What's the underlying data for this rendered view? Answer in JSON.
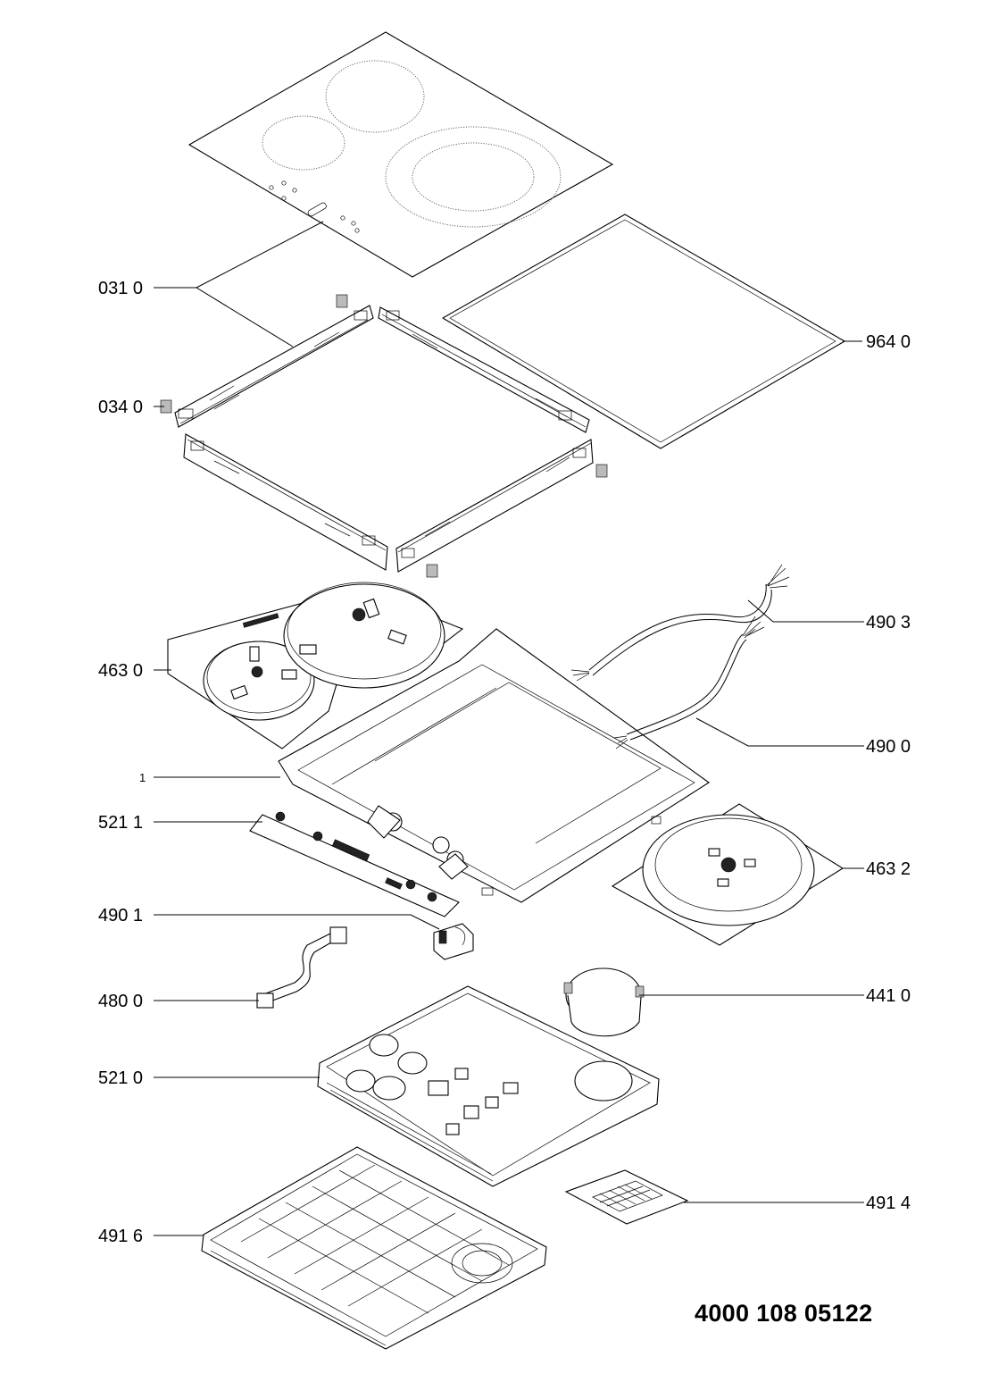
{
  "callouts": {
    "p0310": "031 0",
    "p0340": "034 0",
    "p9640": "964 0",
    "p4903": "490 3",
    "p4630": "463 0",
    "p4900": "490 0",
    "p1": "1",
    "p5211": "521 1",
    "p4632": "463 2",
    "p4901": "490 1",
    "p4800": "480 0",
    "p4410": "441 0",
    "p5210": "521 0",
    "p4914": "491 4",
    "p4916": "491 6"
  },
  "document_number": "4000 108 05122"
}
